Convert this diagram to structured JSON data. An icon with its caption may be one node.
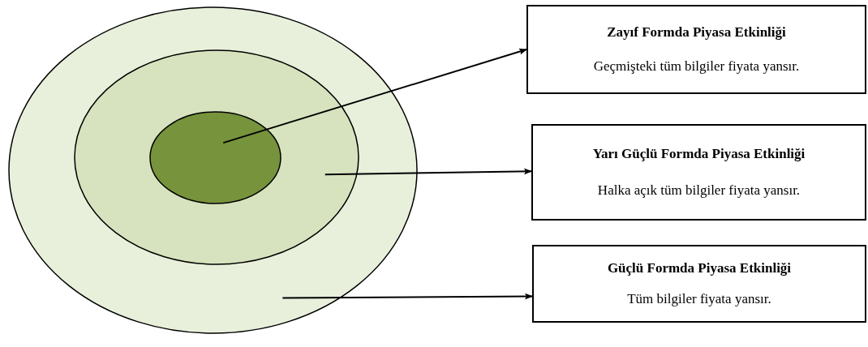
{
  "diagram": {
    "nodes": [
      {
        "text": [],
        "shape": "ellipse"
      },
      {
        "text": [],
        "shape": "ellipse",
        "in": 0
      },
      {
        "text": [],
        "shape": "ellipse",
        "in": 1
      },
      {
        "text": [
          "Zayıf Formda Piyasa Etkinliği",
          "Geçmişteki tüm bilgiler fiyata yansır."
        ]
      },
      {
        "text": [
          "Yarı Güçlü Formda Piyasa Etkinliği",
          "Halka açık tüm bilgiler fiyata yansır."
        ]
      },
      {
        "text": [
          "Güçlü Formda Piyasa Etkinliği",
          "Tüm bilgiler fiyata yansır."
        ]
      }
    ],
    "edges": [
      {
        "from": 2,
        "to": 3,
        "arrow": "to"
      },
      {
        "from": 1,
        "to": 4,
        "arrow": "to"
      },
      {
        "from": 0,
        "to": 5,
        "arrow": "to"
      }
    ]
  }
}
